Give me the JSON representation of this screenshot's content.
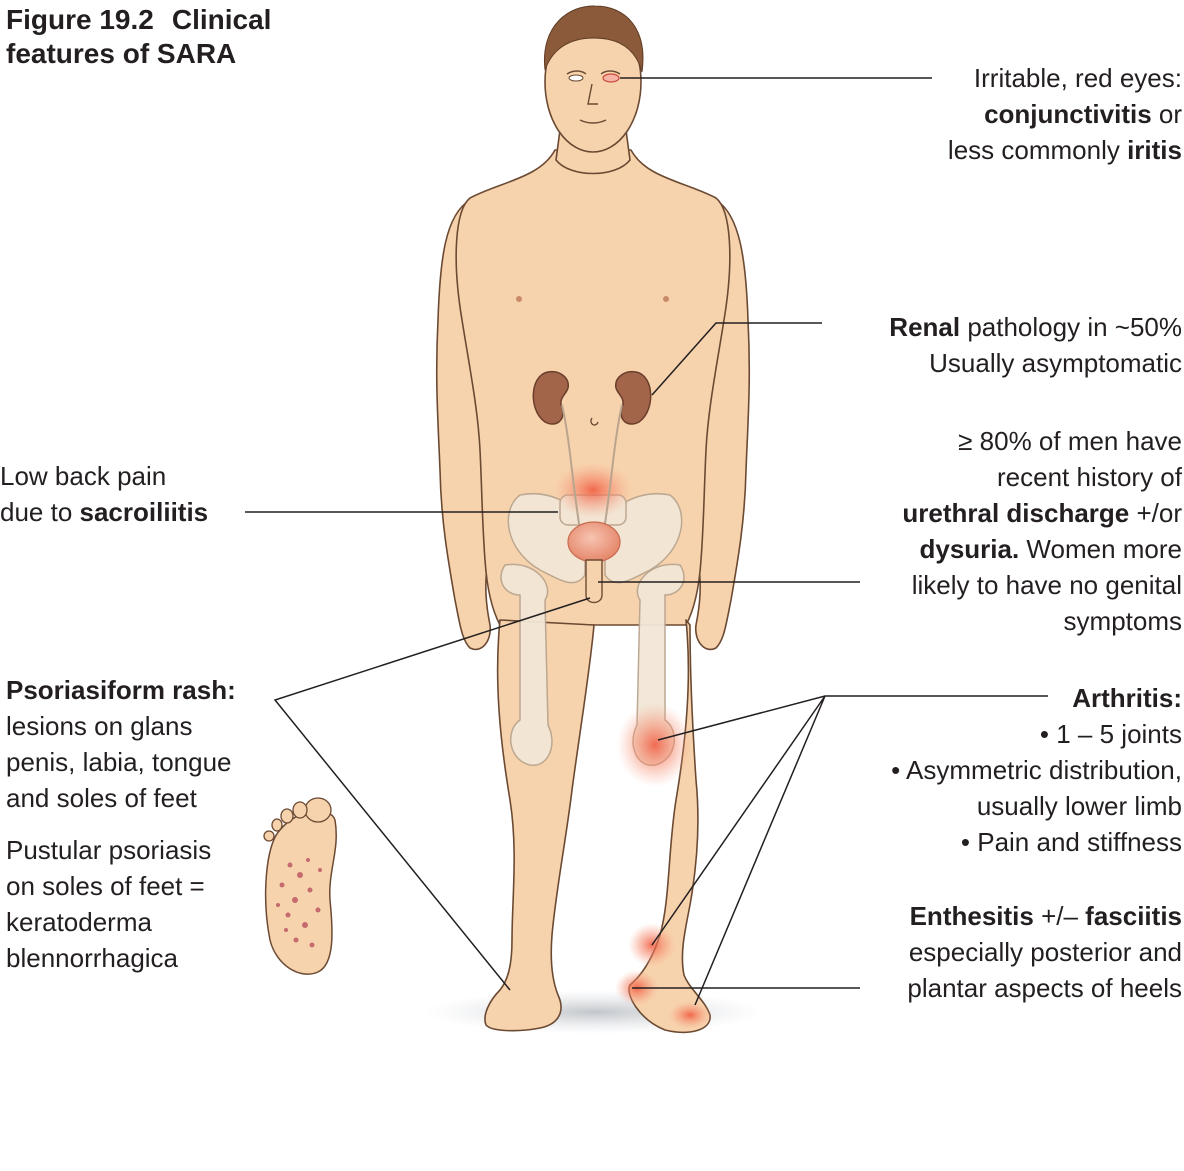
{
  "title": {
    "number": "Figure 19.2",
    "line1": "Clinical",
    "line2": "features of SARA"
  },
  "labels": {
    "eyes": {
      "line1": "Irritable, red eyes:",
      "line2_bold": "conjunctivitis",
      "line2_rest": " or",
      "line3_pre": "less commonly ",
      "line3_bold": "iritis"
    },
    "renal": {
      "line1_bold": "Renal",
      "line1_rest": " pathology in ~50%",
      "line2": "Usually asymptomatic"
    },
    "urethral": {
      "line1": "≥ 80% of men have",
      "line2": "recent history of",
      "line3_bold": "urethral discharge",
      "line3_rest": " +/or",
      "line4_bold": "dysuria.",
      "line4_rest": " Women more",
      "line5": "likely to have no genital",
      "line6": "symptoms"
    },
    "back": {
      "line1": "Low back pain",
      "line2_pre": "due to ",
      "line2_bold": "sacroiliitis"
    },
    "rash": {
      "line1_bold": "Psoriasiform rash:",
      "line2": "lesions on glans",
      "line3": "penis, labia, tongue",
      "line4": "and soles of feet"
    },
    "pustular": {
      "line1": "Pustular psoriasis",
      "line2": "on soles of feet =",
      "line3": "keratoderma",
      "line4": "blennorrhagica"
    },
    "arthritis": {
      "title_bold": "Arthritis:",
      "item1": "• 1 – 5 joints",
      "item2": "• Asymmetric distribution,",
      "item3": "usually lower limb",
      "item4": "• Pain and stiffness"
    },
    "enthesitis": {
      "line1_bold_a": "Enthesitis",
      "line1_mid": " +/– ",
      "line1_bold_b": "fasciitis",
      "line2": "especially posterior and",
      "line3": "plantar aspects of heels"
    }
  },
  "colors": {
    "skin": "#f7d3ad",
    "skin_outline": "#6b4a33",
    "bone": "#f2e6d6",
    "kidney": "#a2654a",
    "bladder": "#f0a98f",
    "inflammation": "#f26b4a",
    "leader_line": "#231f20"
  }
}
